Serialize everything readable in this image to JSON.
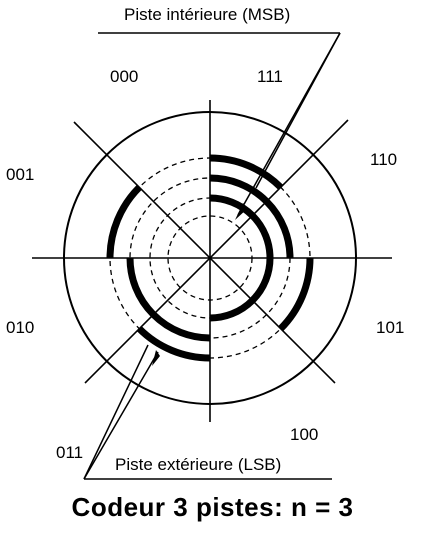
{
  "labels": {
    "top_callout": "Piste intérieure (MSB)",
    "bottom_callout": "Piste extérieure (LSB)",
    "caption": "Codeur 3 pistes: n = 3"
  },
  "sectors": [
    {
      "code": "000"
    },
    {
      "code": "111"
    },
    {
      "code": "110"
    },
    {
      "code": "101"
    },
    {
      "code": "100"
    },
    {
      "code": "011"
    },
    {
      "code": "010"
    },
    {
      "code": "001"
    }
  ]
}
